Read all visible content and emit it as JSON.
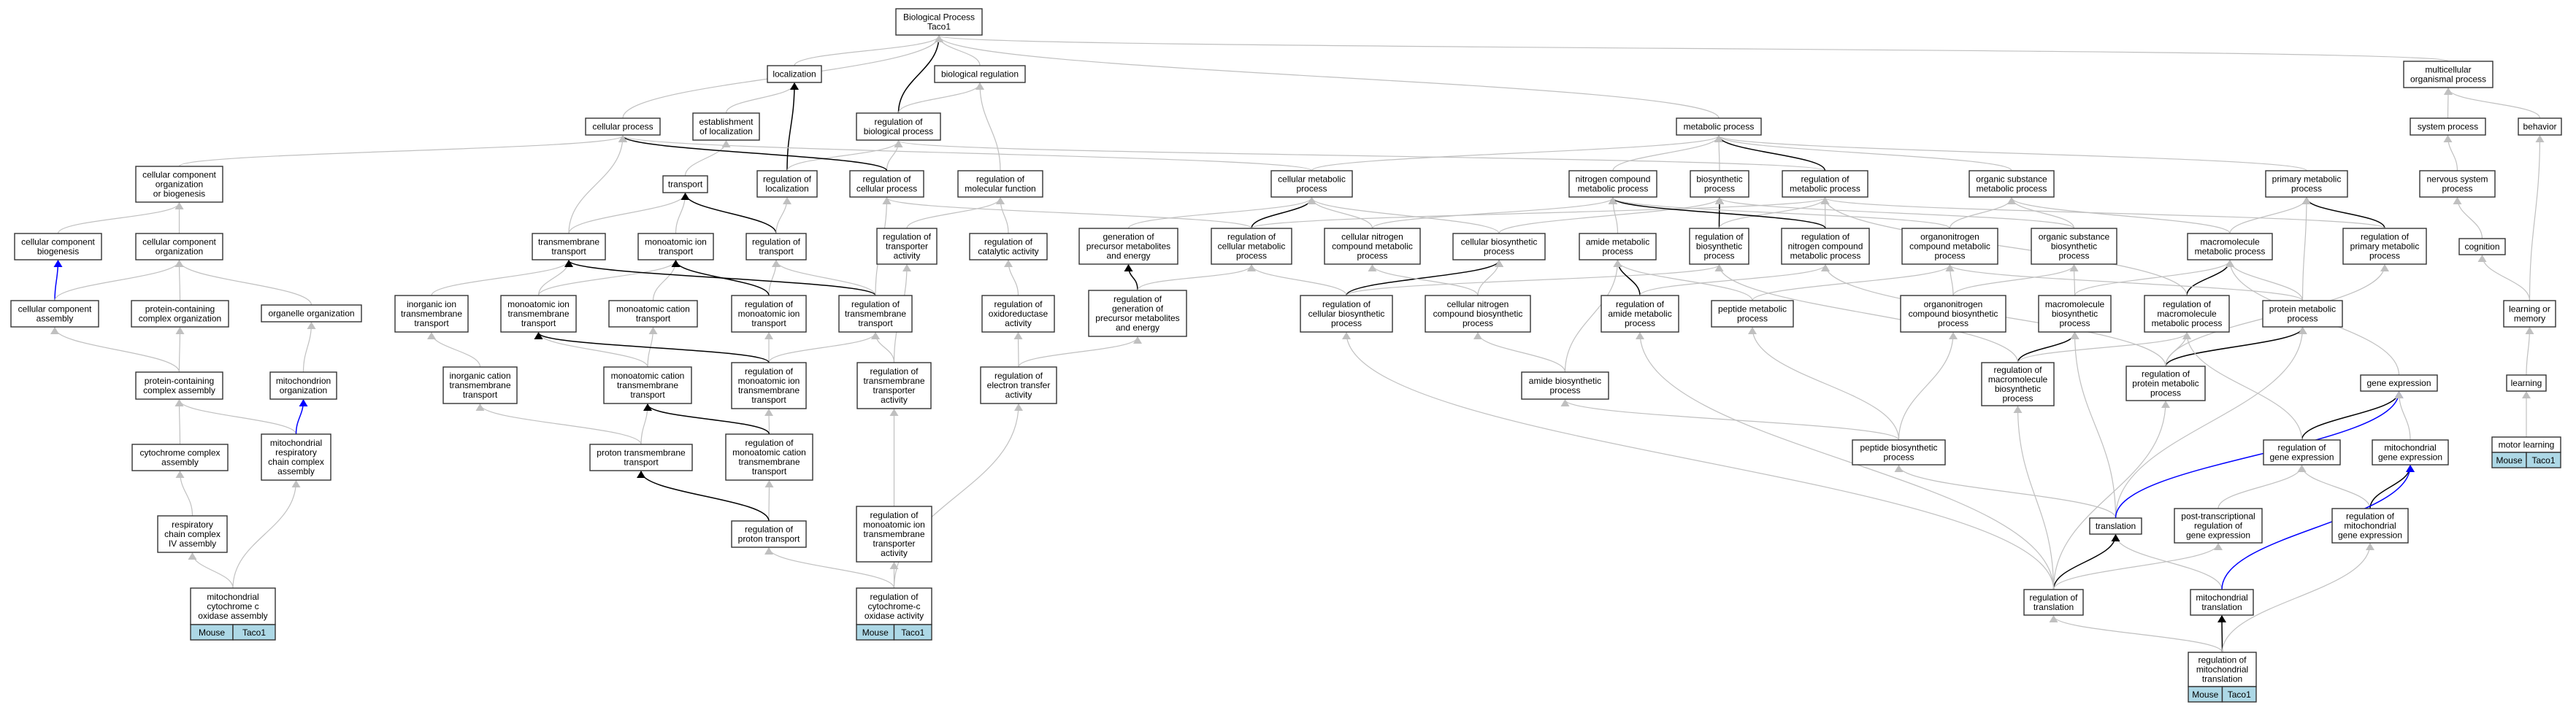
{
  "title": "Biological Process Taco1",
  "colors": {
    "is_a": "#c0c0c0",
    "regulates": "#000000",
    "part_of": "#0000ff",
    "tag_fill": "#add8e6",
    "node_border": "#333333"
  },
  "nodes": [
    {
      "id": "bp",
      "lines": [
        "Biological Process",
        "Taco1"
      ]
    },
    {
      "id": "loc",
      "lines": [
        "localization"
      ]
    },
    {
      "id": "bioreg",
      "lines": [
        "biological regulation"
      ]
    },
    {
      "id": "mop",
      "lines": [
        "multicellular",
        "organismal process"
      ]
    },
    {
      "id": "cp",
      "lines": [
        "cellular process"
      ]
    },
    {
      "id": "eol",
      "lines": [
        "establishment",
        "of localization"
      ]
    },
    {
      "id": "rbp",
      "lines": [
        "regulation of",
        "biological process"
      ]
    },
    {
      "id": "mp",
      "lines": [
        "metabolic process"
      ]
    },
    {
      "id": "sysp",
      "lines": [
        "system process"
      ]
    },
    {
      "id": "beh",
      "lines": [
        "behavior"
      ]
    },
    {
      "id": "ccoob",
      "lines": [
        "cellular component",
        "organization",
        "or biogenesis"
      ]
    },
    {
      "id": "tr",
      "lines": [
        "transport"
      ]
    },
    {
      "id": "rloc",
      "lines": [
        "regulation of",
        "localization"
      ]
    },
    {
      "id": "rcp",
      "lines": [
        "regulation of",
        "cellular process"
      ]
    },
    {
      "id": "rmf",
      "lines": [
        "regulation of",
        "molecular function"
      ]
    },
    {
      "id": "cmp",
      "lines": [
        "cellular metabolic",
        "process"
      ]
    },
    {
      "id": "ncmp",
      "lines": [
        "nitrogen compound",
        "metabolic process"
      ]
    },
    {
      "id": "bsp",
      "lines": [
        "biosynthetic",
        "process"
      ]
    },
    {
      "id": "rmp",
      "lines": [
        "regulation of",
        "metabolic process"
      ]
    },
    {
      "id": "osmp",
      "lines": [
        "organic substance",
        "metabolic process"
      ]
    },
    {
      "id": "pmp",
      "lines": [
        "primary metabolic",
        "process"
      ]
    },
    {
      "id": "nsp",
      "lines": [
        "nervous system",
        "process"
      ]
    },
    {
      "id": "ccb",
      "lines": [
        "cellular component",
        "biogenesis"
      ]
    },
    {
      "id": "cco",
      "lines": [
        "cellular component",
        "organization"
      ]
    },
    {
      "id": "tmt",
      "lines": [
        "transmembrane",
        "transport"
      ]
    },
    {
      "id": "mit",
      "lines": [
        "monoatomic ion",
        "transport"
      ]
    },
    {
      "id": "rtr",
      "lines": [
        "regulation of",
        "transport"
      ]
    },
    {
      "id": "rta",
      "lines": [
        "regulation of",
        "transporter",
        "activity"
      ]
    },
    {
      "id": "rca",
      "lines": [
        "regulation of",
        "catalytic activity"
      ]
    },
    {
      "id": "gpme",
      "lines": [
        "generation of",
        "precursor metabolites",
        "and energy"
      ]
    },
    {
      "id": "rcmp",
      "lines": [
        "regulation of",
        "cellular metabolic",
        "process"
      ]
    },
    {
      "id": "cncmp",
      "lines": [
        "cellular nitrogen",
        "compound metabolic",
        "process"
      ]
    },
    {
      "id": "cbp",
      "lines": [
        "cellular biosynthetic",
        "process"
      ]
    },
    {
      "id": "amp",
      "lines": [
        "amide metabolic",
        "process"
      ]
    },
    {
      "id": "rbsp",
      "lines": [
        "regulation of",
        "biosynthetic",
        "process"
      ]
    },
    {
      "id": "rncmp",
      "lines": [
        "regulation of",
        "nitrogen compound",
        "metabolic process"
      ]
    },
    {
      "id": "oncmp",
      "lines": [
        "organonitrogen",
        "compound metabolic",
        "process"
      ]
    },
    {
      "id": "osbp",
      "lines": [
        "organic substance",
        "biosynthetic",
        "process"
      ]
    },
    {
      "id": "mmp",
      "lines": [
        "macromolecule",
        "metabolic process"
      ]
    },
    {
      "id": "rpmp",
      "lines": [
        "regulation of",
        "primary metabolic",
        "process"
      ]
    },
    {
      "id": "cog",
      "lines": [
        "cognition"
      ]
    },
    {
      "id": "cca",
      "lines": [
        "cellular component",
        "assembly"
      ]
    },
    {
      "id": "pcco",
      "lines": [
        "protein-containing",
        "complex organization"
      ]
    },
    {
      "id": "oo",
      "lines": [
        "organelle organization"
      ]
    },
    {
      "id": "iitt",
      "lines": [
        "inorganic ion",
        "transmembrane",
        "transport"
      ]
    },
    {
      "id": "mitt",
      "lines": [
        "monoatomic ion",
        "transmembrane",
        "transport"
      ]
    },
    {
      "id": "mct",
      "lines": [
        "monoatomic cation",
        "transport"
      ]
    },
    {
      "id": "rmit",
      "lines": [
        "regulation of",
        "monoatomic ion",
        "transport"
      ]
    },
    {
      "id": "rtmt",
      "lines": [
        "regulation of",
        "transmembrane",
        "transport"
      ]
    },
    {
      "id": "roa",
      "lines": [
        "regulation of",
        "oxidoreductase",
        "activity"
      ]
    },
    {
      "id": "rgpme",
      "lines": [
        "regulation of",
        "generation of",
        "precursor metabolites",
        "and energy"
      ]
    },
    {
      "id": "rcbp",
      "lines": [
        "regulation of",
        "cellular biosynthetic",
        "process"
      ]
    },
    {
      "id": "cncbp",
      "lines": [
        "cellular nitrogen",
        "compound biosynthetic",
        "process"
      ]
    },
    {
      "id": "ramp",
      "lines": [
        "regulation of",
        "amide metabolic",
        "process"
      ]
    },
    {
      "id": "pepmp",
      "lines": [
        "peptide metabolic",
        "process"
      ]
    },
    {
      "id": "onbp",
      "lines": [
        "organonitrogen",
        "compound biosynthetic",
        "process"
      ]
    },
    {
      "id": "mbp",
      "lines": [
        "macromolecule",
        "biosynthetic",
        "process"
      ]
    },
    {
      "id": "rmmp",
      "lines": [
        "regulation of",
        "macromolecule",
        "metabolic process"
      ]
    },
    {
      "id": "prmp",
      "lines": [
        "protein metabolic",
        "process"
      ]
    },
    {
      "id": "lom",
      "lines": [
        "learning or",
        "memory"
      ]
    },
    {
      "id": "pcca",
      "lines": [
        "protein-containing",
        "complex assembly"
      ]
    },
    {
      "id": "mo",
      "lines": [
        "mitochondrion",
        "organization"
      ]
    },
    {
      "id": "ictt",
      "lines": [
        "inorganic cation",
        "transmembrane",
        "transport"
      ]
    },
    {
      "id": "mctt",
      "lines": [
        "monoatomic cation",
        "transmembrane",
        "transport"
      ]
    },
    {
      "id": "rmitt",
      "lines": [
        "regulation of",
        "monoatomic ion",
        "transmembrane",
        "transport"
      ]
    },
    {
      "id": "rtta",
      "lines": [
        "regulation of",
        "transmembrane",
        "transporter",
        "activity"
      ]
    },
    {
      "id": "reta",
      "lines": [
        "regulation of",
        "electron transfer",
        "activity"
      ]
    },
    {
      "id": "abp",
      "lines": [
        "amide biosynthetic",
        "process"
      ]
    },
    {
      "id": "rmbp",
      "lines": [
        "regulation of",
        "macromolecule",
        "biosynthetic",
        "process"
      ]
    },
    {
      "id": "rprmp",
      "lines": [
        "regulation of",
        "protein metabolic",
        "process"
      ]
    },
    {
      "id": "ge",
      "lines": [
        "gene expression"
      ]
    },
    {
      "id": "lrn",
      "lines": [
        "learning"
      ]
    },
    {
      "id": "cxa",
      "lines": [
        "cytochrome complex",
        "assembly"
      ]
    },
    {
      "id": "mrcca",
      "lines": [
        "mitochondrial",
        "respiratory",
        "chain complex",
        "assembly"
      ]
    },
    {
      "id": "ptt",
      "lines": [
        "proton transmembrane",
        "transport"
      ]
    },
    {
      "id": "rmctt",
      "lines": [
        "regulation of",
        "monoatomic cation",
        "transmembrane",
        "transport"
      ]
    },
    {
      "id": "pepbp",
      "lines": [
        "peptide biosynthetic",
        "process"
      ]
    },
    {
      "id": "rge",
      "lines": [
        "regulation of",
        "gene expression"
      ]
    },
    {
      "id": "mge",
      "lines": [
        "mitochondrial",
        "gene expression"
      ]
    },
    {
      "id": "ml",
      "lines": [
        "motor learning"
      ],
      "tags": [
        "Mouse",
        "Taco1"
      ]
    },
    {
      "id": "rcc4",
      "lines": [
        "respiratory",
        "chain complex",
        "IV assembly"
      ]
    },
    {
      "id": "rpt",
      "lines": [
        "regulation of",
        "proton transport"
      ]
    },
    {
      "id": "rmitta",
      "lines": [
        "regulation of",
        "monoatomic ion",
        "transmembrane",
        "transporter",
        "activity"
      ]
    },
    {
      "id": "trn",
      "lines": [
        "translation"
      ]
    },
    {
      "id": "ptrge",
      "lines": [
        "post-transcriptional",
        "regulation of",
        "gene expression"
      ]
    },
    {
      "id": "rmge",
      "lines": [
        "regulation of",
        "mitochondrial",
        "gene expression"
      ]
    },
    {
      "id": "mcoa",
      "lines": [
        "mitochondrial",
        "cytochrome c",
        "oxidase assembly"
      ],
      "tags": [
        "Mouse",
        "Taco1"
      ]
    },
    {
      "id": "rcoa",
      "lines": [
        "regulation of",
        "cytochrome-c",
        "oxidase activity"
      ],
      "tags": [
        "Mouse",
        "Taco1"
      ]
    },
    {
      "id": "rtrn",
      "lines": [
        "regulation of",
        "translation"
      ]
    },
    {
      "id": "mtrn",
      "lines": [
        "mitochondrial",
        "translation"
      ]
    },
    {
      "id": "rmtrn",
      "lines": [
        "regulation of",
        "mitochondrial",
        "translation"
      ],
      "tags": [
        "Mouse",
        "Taco1"
      ]
    }
  ],
  "edges": [
    [
      "rbp",
      "bp",
      "regulates"
    ],
    [
      "loc",
      "bp",
      "is_a"
    ],
    [
      "bioreg",
      "bp",
      "is_a"
    ],
    [
      "cp",
      "bp",
      "is_a"
    ],
    [
      "mp",
      "bp",
      "is_a"
    ],
    [
      "mop",
      "bp",
      "is_a"
    ],
    [
      "ccoob",
      "cp",
      "is_a"
    ],
    [
      "eol",
      "loc",
      "is_a"
    ],
    [
      "tr",
      "eol",
      "is_a"
    ],
    [
      "rbp",
      "bioreg",
      "is_a"
    ],
    [
      "rloc",
      "loc",
      "regulates"
    ],
    [
      "rloc",
      "rbp",
      "is_a"
    ],
    [
      "rcp",
      "rbp",
      "is_a"
    ],
    [
      "rcp",
      "cp",
      "regulates"
    ],
    [
      "rmf",
      "bioreg",
      "is_a"
    ],
    [
      "rmp",
      "rbp",
      "is_a"
    ],
    [
      "ccb",
      "ccoob",
      "is_a"
    ],
    [
      "cco",
      "ccoob",
      "is_a"
    ],
    [
      "cca",
      "ccb",
      "part_of"
    ],
    [
      "cca",
      "cco",
      "is_a"
    ],
    [
      "pcco",
      "cco",
      "is_a"
    ],
    [
      "oo",
      "cco",
      "is_a"
    ],
    [
      "pcca",
      "cca",
      "is_a"
    ],
    [
      "pcca",
      "pcco",
      "is_a"
    ],
    [
      "mo",
      "oo",
      "is_a"
    ],
    [
      "cxa",
      "pcca",
      "is_a"
    ],
    [
      "mrcca",
      "pcca",
      "is_a"
    ],
    [
      "mrcca",
      "mo",
      "part_of"
    ],
    [
      "rcc4",
      "cxa",
      "is_a"
    ],
    [
      "mcoa",
      "rcc4",
      "is_a"
    ],
    [
      "mcoa",
      "mrcca",
      "is_a"
    ],
    [
      "tmt",
      "cp",
      "is_a"
    ],
    [
      "tmt",
      "tr",
      "is_a"
    ],
    [
      "mit",
      "tr",
      "is_a"
    ],
    [
      "iitt",
      "tmt",
      "is_a"
    ],
    [
      "mitt",
      "tmt",
      "is_a"
    ],
    [
      "mitt",
      "mit",
      "is_a"
    ],
    [
      "mct",
      "mit",
      "is_a"
    ],
    [
      "ictt",
      "iitt",
      "is_a"
    ],
    [
      "mctt",
      "mitt",
      "is_a"
    ],
    [
      "mctt",
      "mct",
      "is_a"
    ],
    [
      "ptt",
      "ictt",
      "is_a"
    ],
    [
      "ptt",
      "mctt",
      "is_a"
    ],
    [
      "rtr",
      "tr",
      "regulates"
    ],
    [
      "rtr",
      "rloc",
      "is_a"
    ],
    [
      "rmit",
      "rtr",
      "is_a"
    ],
    [
      "rmit",
      "mit",
      "regulates"
    ],
    [
      "rtmt",
      "rtr",
      "is_a"
    ],
    [
      "rtmt",
      "tmt",
      "regulates"
    ],
    [
      "rtmt",
      "rcp",
      "is_a"
    ],
    [
      "rmitt",
      "rmit",
      "is_a"
    ],
    [
      "rmitt",
      "rtmt",
      "is_a"
    ],
    [
      "rmitt",
      "mitt",
      "regulates"
    ],
    [
      "rmctt",
      "rmitt",
      "is_a"
    ],
    [
      "rmctt",
      "mctt",
      "regulates"
    ],
    [
      "rpt",
      "rmctt",
      "is_a"
    ],
    [
      "rpt",
      "ptt",
      "regulates"
    ],
    [
      "rta",
      "rmf",
      "is_a"
    ],
    [
      "rca",
      "rmf",
      "is_a"
    ],
    [
      "roa",
      "rca",
      "is_a"
    ],
    [
      "rtta",
      "rtmt",
      "is_a"
    ],
    [
      "rtta",
      "rta",
      "is_a"
    ],
    [
      "reta",
      "roa",
      "is_a"
    ],
    [
      "reta",
      "rgpme",
      "is_a"
    ],
    [
      "rmitta",
      "rtta",
      "is_a"
    ],
    [
      "rcoa",
      "rmitta",
      "is_a"
    ],
    [
      "rcoa",
      "rpt",
      "is_a"
    ],
    [
      "rcoa",
      "reta",
      "is_a"
    ],
    [
      "cmp",
      "cp",
      "is_a"
    ],
    [
      "cmp",
      "mp",
      "is_a"
    ],
    [
      "gpme",
      "cmp",
      "is_a"
    ],
    [
      "rgpme",
      "gpme",
      "regulates"
    ],
    [
      "rgpme",
      "rcmp",
      "is_a"
    ],
    [
      "rcmp",
      "cmp",
      "regulates"
    ],
    [
      "rcmp",
      "rcp",
      "is_a"
    ],
    [
      "rcmp",
      "rmp",
      "is_a"
    ],
    [
      "cncmp",
      "cmp",
      "is_a"
    ],
    [
      "cncmp",
      "ncmp",
      "is_a"
    ],
    [
      "cbp",
      "cmp",
      "is_a"
    ],
    [
      "cbp",
      "bsp",
      "is_a"
    ],
    [
      "rcbp",
      "rcmp",
      "is_a"
    ],
    [
      "rcbp",
      "cbp",
      "regulates"
    ],
    [
      "rcbp",
      "rbsp",
      "is_a"
    ],
    [
      "cncbp",
      "cncmp",
      "is_a"
    ],
    [
      "cncbp",
      "cbp",
      "is_a"
    ],
    [
      "ncmp",
      "mp",
      "is_a"
    ],
    [
      "bsp",
      "mp",
      "is_a"
    ],
    [
      "rmp",
      "mp",
      "regulates"
    ],
    [
      "osmp",
      "mp",
      "is_a"
    ],
    [
      "pmp",
      "mp",
      "is_a"
    ],
    [
      "amp",
      "ncmp",
      "is_a"
    ],
    [
      "rbsp",
      "bsp",
      "regulates"
    ],
    [
      "rbsp",
      "rmp",
      "is_a"
    ],
    [
      "rncmp",
      "rmp",
      "is_a"
    ],
    [
      "rncmp",
      "ncmp",
      "regulates"
    ],
    [
      "ramp",
      "amp",
      "regulates"
    ],
    [
      "ramp",
      "rncmp",
      "is_a"
    ],
    [
      "abp",
      "amp",
      "is_a"
    ],
    [
      "abp",
      "cncbp",
      "is_a"
    ],
    [
      "pepmp",
      "amp",
      "is_a"
    ],
    [
      "pepmp",
      "oncmp",
      "is_a"
    ],
    [
      "oncmp",
      "osmp",
      "is_a"
    ],
    [
      "oncmp",
      "ncmp",
      "is_a"
    ],
    [
      "osbp",
      "osmp",
      "is_a"
    ],
    [
      "osbp",
      "bsp",
      "is_a"
    ],
    [
      "onbp",
      "oncmp",
      "is_a"
    ],
    [
      "onbp",
      "osbp",
      "is_a"
    ],
    [
      "mbp",
      "osbp",
      "is_a"
    ],
    [
      "mbp",
      "mmp",
      "is_a"
    ],
    [
      "mmp",
      "osmp",
      "is_a"
    ],
    [
      "mmp",
      "pmp",
      "is_a"
    ],
    [
      "rpmp",
      "pmp",
      "regulates"
    ],
    [
      "rpmp",
      "rmp",
      "is_a"
    ],
    [
      "rmmp",
      "mmp",
      "regulates"
    ],
    [
      "rmmp",
      "rmp",
      "is_a"
    ],
    [
      "prmp",
      "mmp",
      "is_a"
    ],
    [
      "prmp",
      "pmp",
      "is_a"
    ],
    [
      "prmp",
      "oncmp",
      "is_a"
    ],
    [
      "rmbp",
      "mbp",
      "regulates"
    ],
    [
      "rmbp",
      "rbsp",
      "is_a"
    ],
    [
      "rmbp",
      "rmmp",
      "is_a"
    ],
    [
      "rprmp",
      "prmp",
      "regulates"
    ],
    [
      "rprmp",
      "rmmp",
      "is_a"
    ],
    [
      "rprmp",
      "rpmp",
      "is_a"
    ],
    [
      "rprmp",
      "rncmp",
      "is_a"
    ],
    [
      "pepbp",
      "pepmp",
      "is_a"
    ],
    [
      "pepbp",
      "abp",
      "is_a"
    ],
    [
      "pepbp",
      "onbp",
      "is_a"
    ],
    [
      "ge",
      "mmp",
      "is_a"
    ],
    [
      "rge",
      "ge",
      "regulates"
    ],
    [
      "rge",
      "rmmp",
      "is_a"
    ],
    [
      "trn",
      "pepbp",
      "is_a"
    ],
    [
      "trn",
      "mbp",
      "is_a"
    ],
    [
      "trn",
      "prmp",
      "is_a"
    ],
    [
      "trn",
      "ge",
      "part_of"
    ],
    [
      "ptrge",
      "rge",
      "is_a"
    ],
    [
      "mge",
      "ge",
      "is_a"
    ],
    [
      "rmge",
      "rge",
      "is_a"
    ],
    [
      "rmge",
      "mge",
      "regulates"
    ],
    [
      "mtrn",
      "trn",
      "is_a"
    ],
    [
      "mtrn",
      "mge",
      "part_of"
    ],
    [
      "rtrn",
      "trn",
      "regulates"
    ],
    [
      "rtrn",
      "ptrge",
      "is_a"
    ],
    [
      "rtrn",
      "rmbp",
      "is_a"
    ],
    [
      "rtrn",
      "rprmp",
      "is_a"
    ],
    [
      "rtrn",
      "ramp",
      "is_a"
    ],
    [
      "rtrn",
      "rcbp",
      "is_a"
    ],
    [
      "rmtrn",
      "rtrn",
      "is_a"
    ],
    [
      "rmtrn",
      "mtrn",
      "regulates"
    ],
    [
      "rmtrn",
      "rmge",
      "is_a"
    ],
    [
      "sysp",
      "mop",
      "is_a"
    ],
    [
      "beh",
      "mop",
      "is_a"
    ],
    [
      "nsp",
      "sysp",
      "is_a"
    ],
    [
      "cog",
      "nsp",
      "is_a"
    ],
    [
      "lom",
      "cog",
      "is_a"
    ],
    [
      "lom",
      "beh",
      "is_a"
    ],
    [
      "lrn",
      "lom",
      "is_a"
    ],
    [
      "ml",
      "lrn",
      "is_a"
    ]
  ]
}
